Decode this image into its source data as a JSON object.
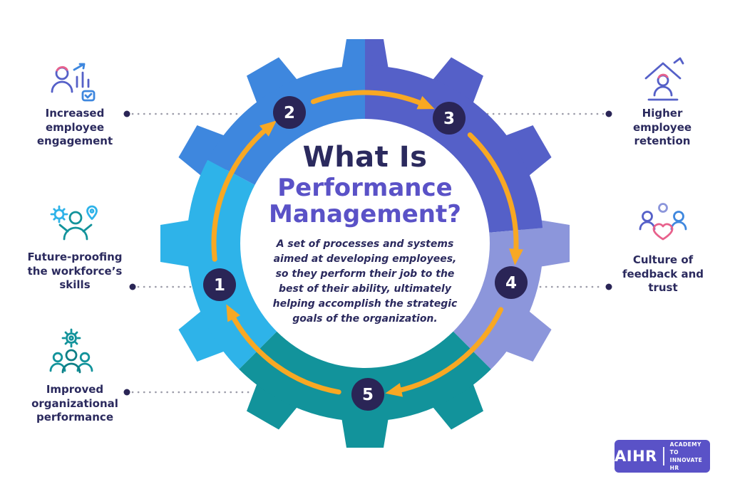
{
  "title": {
    "line1": "What Is",
    "line2": "Performance Management?"
  },
  "description": "A set of processes and systems aimed at developing employees, so they perform their job to the best of their ability, ultimately helping accomplish the strategic goals of the organization.",
  "step_numbers": [
    "1",
    "2",
    "3",
    "4",
    "5"
  ],
  "benefits": [
    {
      "label": "Increased employee engagement",
      "icon": "employee-engagement-icon",
      "position": "left-top"
    },
    {
      "label": "Future-proofing the workforce’s skills",
      "icon": "future-proofing-icon",
      "position": "left-middle"
    },
    {
      "label": "Improved organizational performance",
      "icon": "organizational-performance-icon",
      "position": "left-bottom"
    },
    {
      "label": "Higher employee retention",
      "icon": "employee-retention-icon",
      "position": "right-top"
    },
    {
      "label": "Culture of feedback and trust",
      "icon": "feedback-trust-icon",
      "position": "right-middle"
    }
  ],
  "logo": {
    "brand": "AIHR",
    "tagline_line1": "ACADEMY TO",
    "tagline_line2": "INNOVATE HR"
  },
  "colors": {
    "gear_blue": "#3E87DE",
    "gear_purple": "#5560C8",
    "gear_light_purple": "#8C96DB",
    "gear_teal": "#12939B",
    "gear_cyan": "#2EB3E9",
    "arrow_orange": "#F8A823",
    "number_badge_navy": "#2A2556",
    "title_navy": "#2B2A5E",
    "title_purple": "#5A52C7",
    "logo_purple": "#5A52C7"
  }
}
